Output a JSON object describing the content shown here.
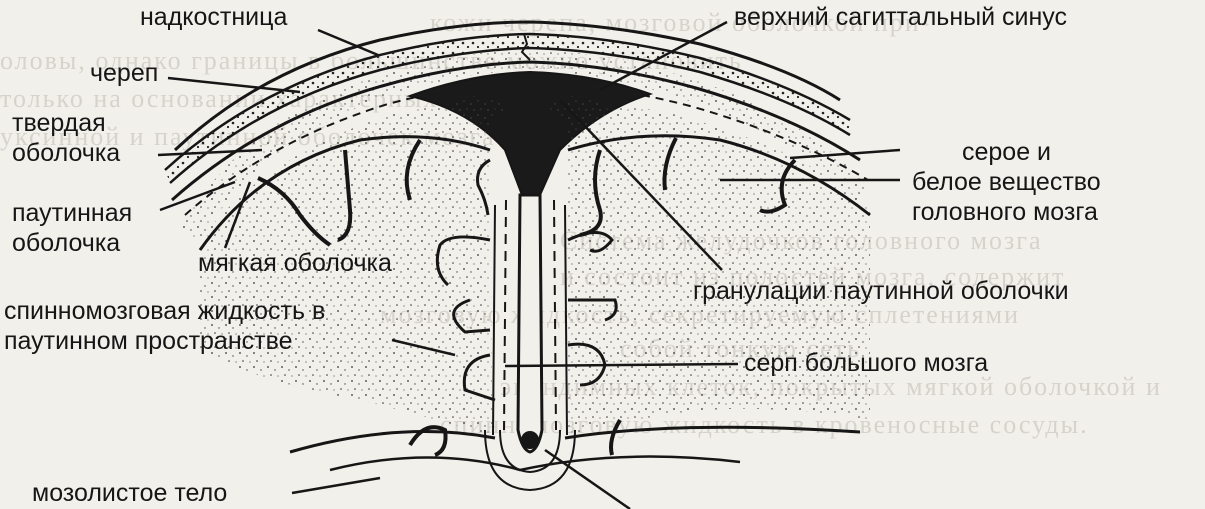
{
  "labels": {
    "periosteum": "надкостница",
    "superior_sagittal_sinus": "верхний сагиттальный синус",
    "skull": "череп",
    "dura_mater": [
      "твердая",
      "оболочка"
    ],
    "gray_white_matter": [
      "серое и",
      "белое вещество",
      "головного мозга"
    ],
    "arachnoid": [
      "паутинная",
      "оболочка"
    ],
    "pia_mater": "мягкая оболочка",
    "arachnoid_granulations": "гранулации паутинной оболочки",
    "csf": [
      "спинномозговая жидкость в",
      "паутинном пространстве"
    ],
    "falx_cerebri": "серп большого мозга",
    "corpus_callosum": "мозолистое тело"
  },
  "colors": {
    "ink": "#161616",
    "paper": "#f2f0ea",
    "bleed_text": "#d6d3cc"
  }
}
